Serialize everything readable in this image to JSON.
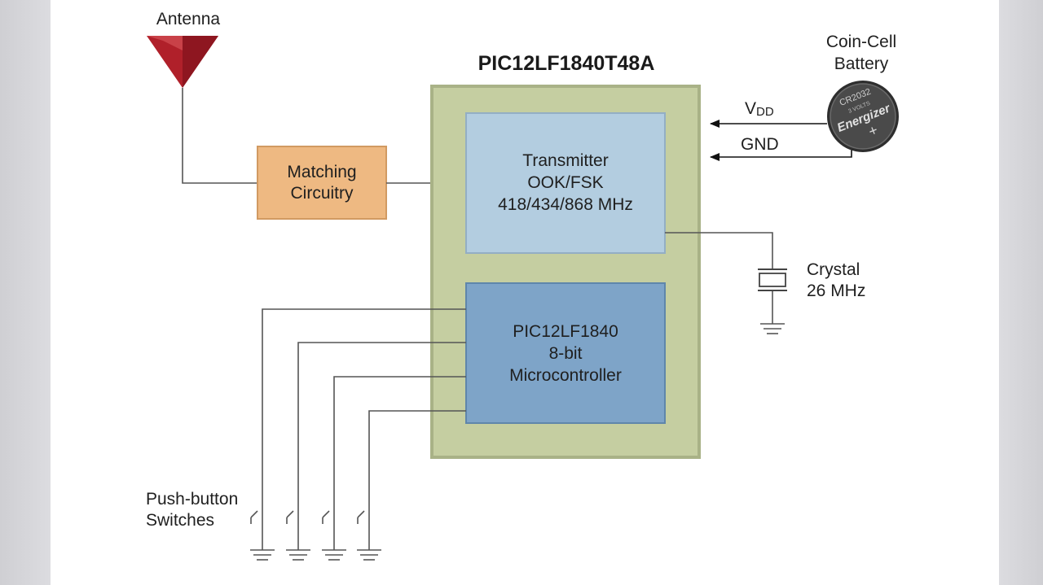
{
  "chip_title": "PIC12LF1840T48A",
  "antenna_label": "Antenna",
  "battery": {
    "label_line1": "Coin-Cell",
    "label_line2": "Battery",
    "cell_model": "CR2032",
    "cell_voltage": "3 VOLTS",
    "cell_brand": "Energizer",
    "cell_polarity": "+"
  },
  "vdd_label": "V",
  "vdd_sub": "DD",
  "gnd_label": "GND",
  "matching": {
    "line1": "Matching",
    "line2": "Circuitry"
  },
  "transmitter": {
    "line1": "Transmitter",
    "line2": "OOK/FSK",
    "line3": "418/434/868 MHz"
  },
  "mcu": {
    "line1": "PIC12LF1840",
    "line2": "8-bit",
    "line3": "Microcontroller"
  },
  "crystal": {
    "line1": "Crystal",
    "line2": "26 MHz"
  },
  "switches": {
    "line1": "Push-button",
    "line2": "Switches"
  },
  "colors": {
    "chip_fill": "#c5cea1",
    "chip_border": "#a9b287",
    "transmitter_fill": "#b3cde0",
    "mcu_fill": "#7ea4c8",
    "matching_fill": "#eeb982",
    "antenna": "#b0202a",
    "battery": "#3a3a3a"
  }
}
